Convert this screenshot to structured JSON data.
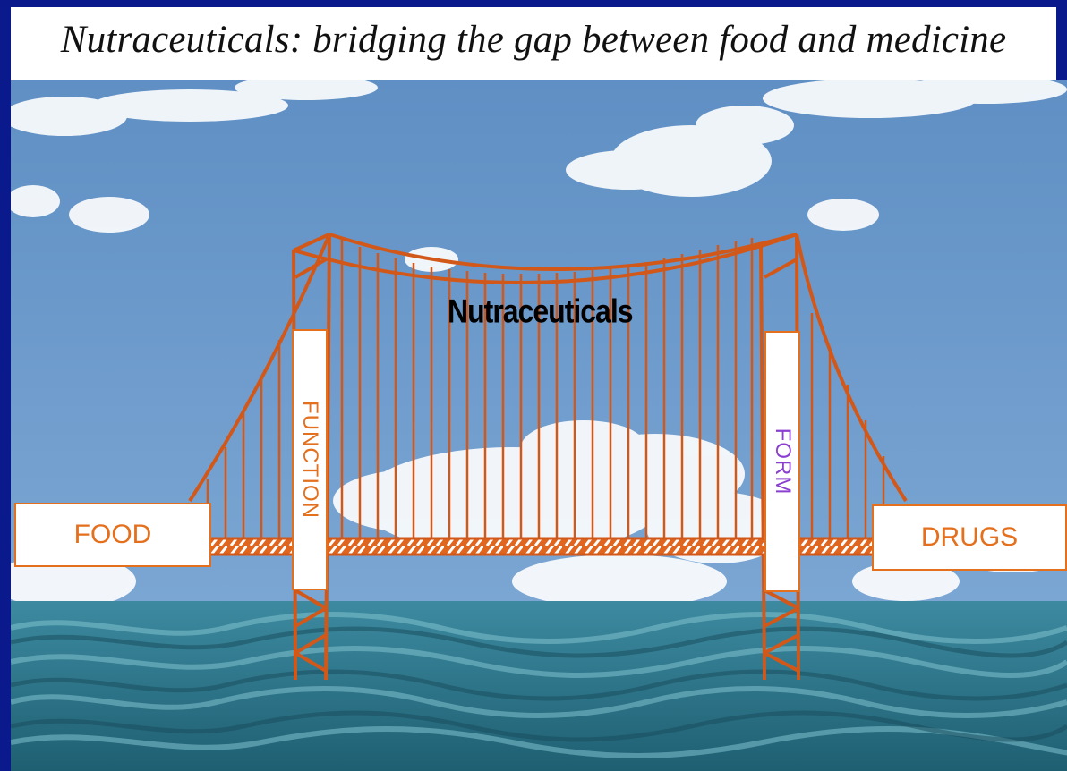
{
  "title": "Nutraceuticals: bridging the gap between food and medicine",
  "labels": {
    "food": "FOOD",
    "drugs": "DRUGS",
    "function": "FUNCTION",
    "form": "FORM",
    "center": "Nutraceuticals"
  },
  "colors": {
    "frame": "#0a1a8c",
    "sky": "#6b98c8",
    "water": "#2f7a8e",
    "bridge": "#d2581a",
    "label_orange": "#e46f1c",
    "label_purple": "#8a3fd0"
  },
  "icons": [
    "bridge-illustration",
    "cloud-icon",
    "water-waves"
  ]
}
